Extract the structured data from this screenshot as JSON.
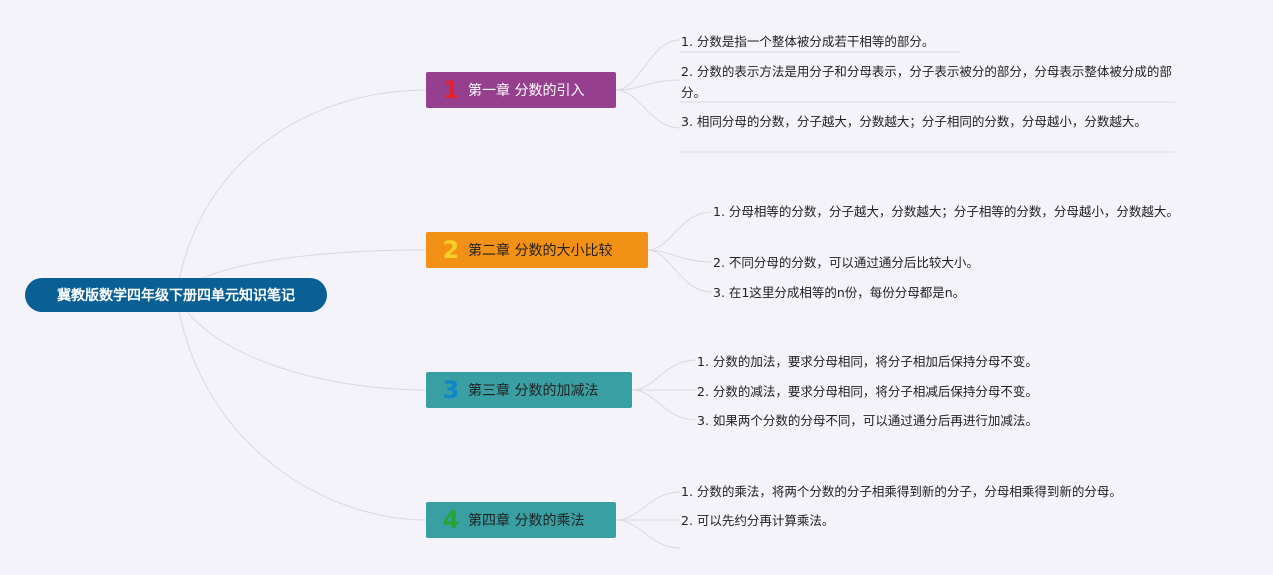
{
  "root": {
    "label": "冀教版数学四年级下册四单元知识笔记"
  },
  "chapters": [
    {
      "num": "1",
      "title": "第一章 分数的引入",
      "items": [
        "1. 分数是指一个整体被分成若干相等的部分。",
        "2. 分数的表示方法是用分子和分母表示，分子表示被分的部分，分母表示整体被分成的部分。",
        "3. 相同分母的分数，分子越大，分数越大；分子相同的分数，分母越小，分数越大。"
      ]
    },
    {
      "num": "2",
      "title": "第二章 分数的大小比较",
      "items": [
        "1. 分母相等的分数，分子越大，分数越大；分子相等的分数，分母越小，分数越大。",
        "2. 不同分母的分数，可以通过通分后比较大小。",
        "3. 在1这里分成相等的n份，每份分母都是n。"
      ]
    },
    {
      "num": "3",
      "title": "第三章 分数的加减法",
      "items": [
        "1. 分数的加法，要求分母相同，将分子相加后保持分母不变。",
        "2. 分数的减法，要求分母相同，将分子相减后保持分母不变。",
        "3. 如果两个分数的分母不同，可以通过通分后再进行加减法。"
      ]
    },
    {
      "num": "4",
      "title": "第四章 分数的乘法",
      "items": [
        "1. 分数的乘法，将两个分数的分子相乘得到新的分子，分母相乘得到新的分母。",
        "2. 可以先约分再计算乘法。"
      ]
    }
  ],
  "colors": {
    "root": "#0a5f95",
    "chapter1": "#963f8f",
    "chapter2": "#f39016",
    "chapter3": "#3a9fa2",
    "chapter4": "#3a9fa2",
    "link": "#d8d8e0"
  }
}
